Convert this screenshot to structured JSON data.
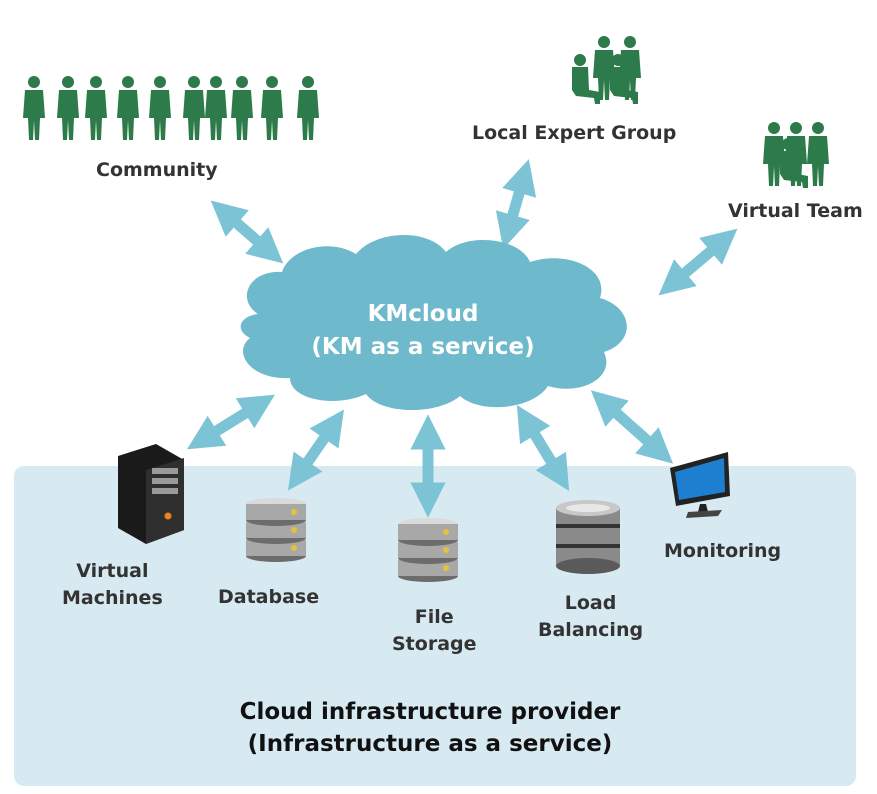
{
  "cloud": {
    "title": "KMcloud",
    "subtitle": "(KM as a service)"
  },
  "groups": {
    "community": "Community",
    "local_expert": "Local Expert Group",
    "virtual_team": "Virtual Team"
  },
  "infrastructure": {
    "title": "Cloud infrastructure provider",
    "subtitle": "(Infrastructure as a service)",
    "services": {
      "virtual_machines": [
        "Virtual",
        "Machines"
      ],
      "database": "Database",
      "file_storage": [
        "File",
        "Storage"
      ],
      "load_balancing": [
        "Load",
        "Balancing"
      ],
      "monitoring": "Monitoring"
    }
  },
  "colors": {
    "people": "#2d7a4a",
    "cloud": "#6eb9cc",
    "arrow": "#7cc3d6",
    "panel": "#d7e9f1"
  },
  "icons": [
    "people-group-icon",
    "cloud-icon",
    "server-tower-icon",
    "database-icon",
    "storage-icon",
    "load-balancer-icon",
    "monitor-icon"
  ]
}
